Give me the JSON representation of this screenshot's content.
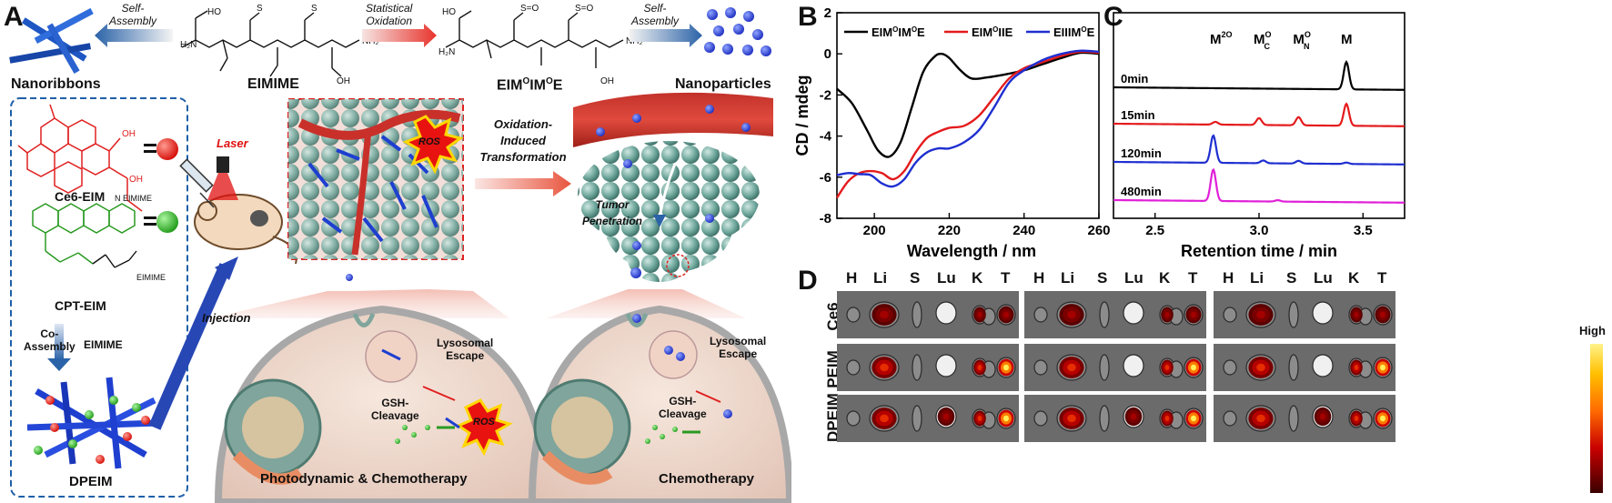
{
  "panels": {
    "a": "A",
    "b": "B",
    "c": "C",
    "d": "D"
  },
  "panel_a": {
    "self_assembly_left": [
      "Self-",
      "Assembly"
    ],
    "statistical_oxidation": [
      "Statistical",
      "Oxidation"
    ],
    "self_assembly_right": [
      "Self-",
      "Assembly"
    ],
    "nanoribbons": "Nanoribbons",
    "eimime": "EIMIME",
    "eimoimoe": {
      "base1": "EIM",
      "sup1": "O",
      "base2": "IM",
      "sup2": "O",
      "base3": "E"
    },
    "nanoparticles": "Nanoparticles",
    "ce6_eim": "Ce6-EIM",
    "cpt_eim": "CPT-EIM",
    "eimime_small1": "EIMIME",
    "eimime_small2": "EIMIME",
    "nh_label": "N",
    "co_assembly": [
      "Co-",
      "Assembly"
    ],
    "eimime_co": "EIMIME",
    "dpeim": "DPEIM",
    "laser": "Laser",
    "injection": "Injection",
    "ros1": "ROS",
    "ros2": "ROS",
    "oxidation_induced": [
      "Oxidation-",
      "Induced",
      "Transformation"
    ],
    "tumor_penetration": [
      "Tumor",
      "Penetration"
    ],
    "lysosomal_escape_left": [
      "Lysosomal",
      "Escape"
    ],
    "lysosomal_escape_right": [
      "Lysosomal",
      "Escape"
    ],
    "gsh_left": [
      "GSH-",
      "Cleavage"
    ],
    "gsh_right": [
      "GSH-",
      "Cleavage"
    ],
    "photodynamic": "Photodynamic & Chemotherapy",
    "chemotherapy": "Chemotherapy",
    "colors": {
      "red": "#e8120c",
      "green": "#22a81e",
      "blue": "#1d2fc9",
      "dashed_blue": "#1f5fa8",
      "dashed_red": "#e02020"
    }
  },
  "panel_b": {
    "ylabel": "CD / mdeg",
    "xlabel": "Wavelength / nm",
    "legend": [
      {
        "parts": [
          "EIM",
          "O",
          "IM",
          "O",
          "E"
        ],
        "color": "#000000"
      },
      {
        "parts": [
          "EIM",
          "O",
          "IIE"
        ],
        "color": "#e41a1c"
      },
      {
        "parts": [
          "EIIIM",
          "O",
          "E"
        ],
        "color": "#1f2fd0"
      }
    ]
  },
  "panel_c": {
    "xlabel": "Retention time / min",
    "peaks": [
      {
        "base": "M",
        "sup": "2O",
        "sub": ""
      },
      {
        "base": "M",
        "sup": "O",
        "sub": "C"
      },
      {
        "base": "M",
        "sup": "O",
        "sub": "N"
      },
      {
        "base": "M",
        "sup": "",
        "sub": ""
      }
    ],
    "trace_labels": [
      "0min",
      "15min",
      "120min",
      "480min"
    ]
  },
  "panel_d": {
    "organ_labels": [
      "H",
      "Li",
      "S",
      "Lu",
      "K",
      "T"
    ],
    "row_labels": [
      "Ce6",
      "PEIM",
      "DPEIM"
    ],
    "scale_label": "High"
  },
  "chart_data": [
    {
      "type": "line",
      "xlabel": "Wavelength / nm",
      "ylabel": "CD / mdeg",
      "xlim": [
        190,
        260
      ],
      "ylim": [
        -8,
        2
      ],
      "xticks": [
        200,
        220,
        240,
        260
      ],
      "yticks": [
        2,
        0,
        -2,
        -4,
        -6,
        -8
      ],
      "series": [
        {
          "name": "EIMOIMOE",
          "color": "#000000",
          "x": [
            190,
            194,
            198,
            201,
            204,
            207,
            210,
            213,
            216,
            218,
            220,
            223,
            226,
            230,
            235,
            240,
            245,
            250,
            255,
            260
          ],
          "y": [
            -1.7,
            -2.4,
            -3.7,
            -4.7,
            -5.0,
            -4.3,
            -2.6,
            -0.9,
            -0.15,
            0.0,
            -0.2,
            -0.8,
            -1.2,
            -1.15,
            -1.0,
            -0.8,
            -0.5,
            -0.2,
            0.05,
            0.0
          ]
        },
        {
          "name": "EIMOIIE",
          "color": "#e41a1c",
          "x": [
            190,
            193,
            196,
            199,
            202,
            205,
            208,
            211,
            214,
            217,
            220,
            224,
            228,
            232,
            236,
            240,
            245,
            250,
            255,
            260
          ],
          "y": [
            -7.0,
            -6.2,
            -5.8,
            -5.7,
            -5.8,
            -6.1,
            -5.7,
            -4.8,
            -4.1,
            -3.8,
            -3.6,
            -3.5,
            -3.0,
            -2.1,
            -1.2,
            -0.7,
            -0.4,
            -0.1,
            0.1,
            0.05
          ]
        },
        {
          "name": "EIIIMOE",
          "color": "#1f2fd0",
          "x": [
            190,
            193,
            196,
            199,
            202,
            205,
            208,
            211,
            214,
            217,
            220,
            224,
            228,
            232,
            236,
            240,
            245,
            250,
            255,
            260
          ],
          "y": [
            -5.9,
            -5.8,
            -5.85,
            -5.9,
            -6.3,
            -6.45,
            -6.1,
            -5.3,
            -4.8,
            -4.6,
            -4.6,
            -4.3,
            -3.7,
            -2.6,
            -1.4,
            -0.8,
            -0.3,
            0.0,
            0.15,
            0.1
          ]
        }
      ]
    },
    {
      "type": "line",
      "xlabel": "Retention time / min",
      "xlim": [
        2.3,
        3.7
      ],
      "xticks": [
        2.5,
        3.0,
        3.5
      ],
      "series": [
        {
          "name": "0min",
          "color": "#000000",
          "peaks": [
            [
              3.42,
              1.0
            ]
          ]
        },
        {
          "name": "15min",
          "color": "#e41a1c",
          "peaks": [
            [
              2.79,
              0.1
            ],
            [
              3.0,
              0.25
            ],
            [
              3.19,
              0.3
            ],
            [
              3.42,
              0.8
            ]
          ]
        },
        {
          "name": "120min",
          "color": "#1f2fd0",
          "peaks": [
            [
              2.78,
              1.0
            ],
            [
              3.02,
              0.1
            ],
            [
              3.19,
              0.1
            ],
            [
              3.42,
              0.05
            ]
          ]
        },
        {
          "name": "480min",
          "color": "#e020d8",
          "peaks": [
            [
              2.78,
              1.15
            ],
            [
              3.09,
              0.05
            ]
          ]
        }
      ]
    }
  ]
}
